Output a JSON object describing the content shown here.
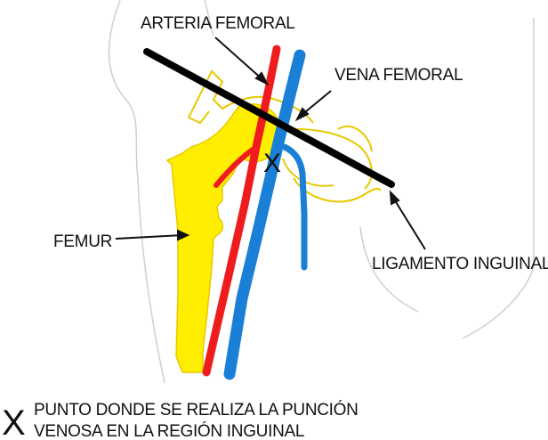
{
  "labels": {
    "arteria_femoral": "ARTERIA FEMORAL",
    "vena_femoral": "VENA FEMORAL",
    "femur": "FEMUR",
    "ligamento_inguinal": "LIGAMENTO INGUINAL"
  },
  "puncture_mark": "X",
  "legend": {
    "symbol": "X",
    "line1": "PUNTO DONDE SE REALIZA LA PUNCIÓN",
    "line2": "VENOSA EN LA REGIÓN INGUINAL"
  },
  "colors": {
    "artery": "#ee1c1c",
    "vein": "#1a7fd6",
    "bone": "#ffee00",
    "bone_outline": "#e8c800",
    "ligament": "#000000",
    "body_outline": "#cfcfcf"
  }
}
